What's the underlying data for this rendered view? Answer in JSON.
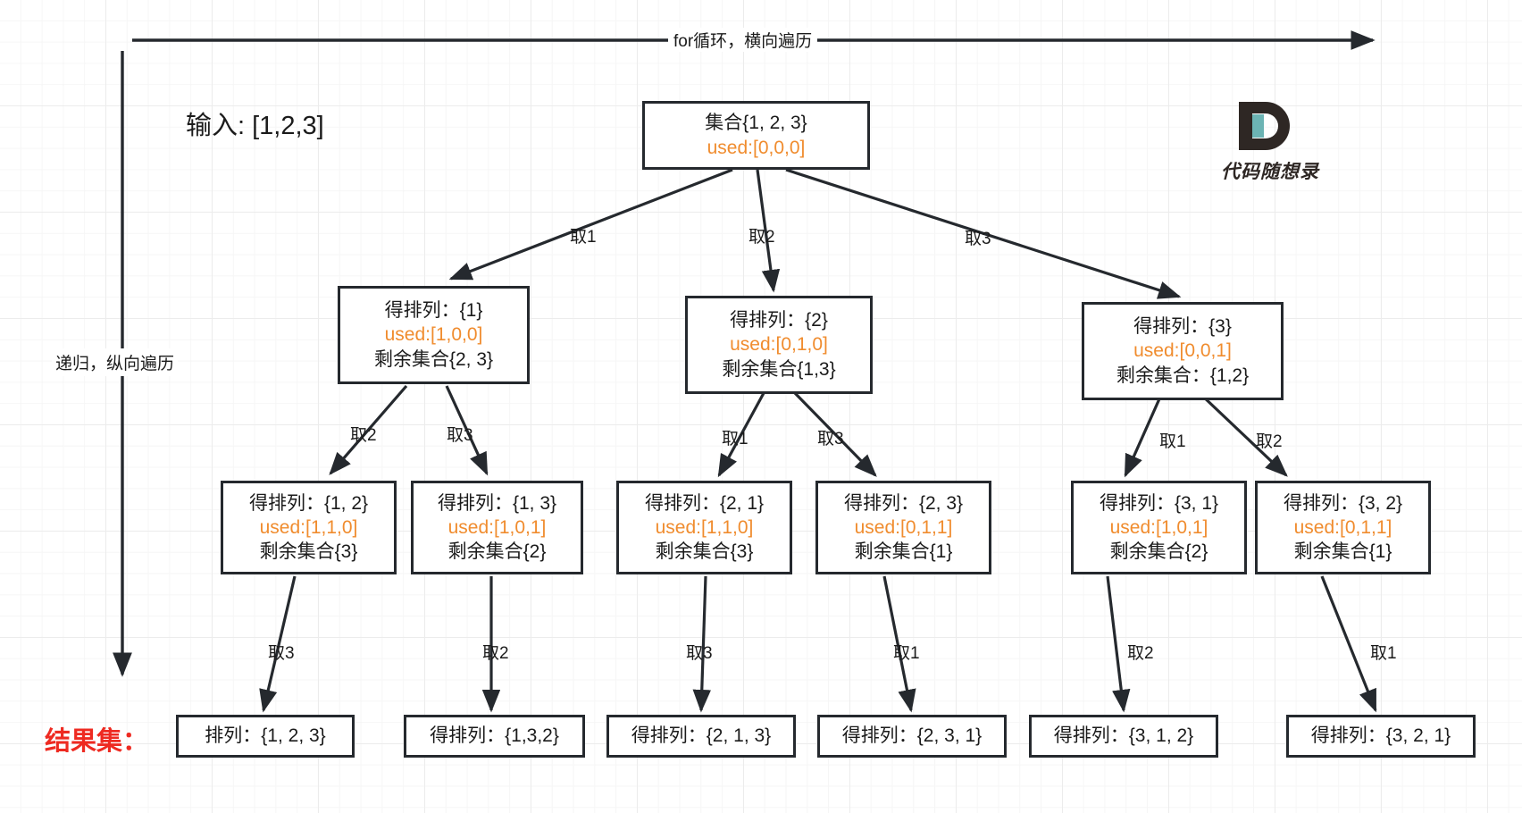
{
  "title_overlays": {
    "input_text": "输入: [1,2,3]",
    "result_label": "结果集：",
    "horizontal_axis_label": "for循环，横向遍历",
    "vertical_axis_label": "递归，纵向遍历"
  },
  "logo": {
    "mark": "D",
    "text": "代码随想录",
    "dark_color": "#2e2724",
    "accent_color": "#6cb4b4"
  },
  "colors": {
    "node_border": "#25292e",
    "used_text": "#f08c2e",
    "result_label": "#ee2a21",
    "grid_line": "#ececec",
    "arrow": "#25292e"
  },
  "tree": {
    "root": {
      "line1": "集合{1, 2, 3}",
      "line2": "used:[0,0,0]"
    },
    "level1": [
      {
        "line1": "得排列：{1}",
        "line2": "used:[1,0,0]",
        "line3": "剩余集合{2, 3}",
        "edge_label": "取1"
      },
      {
        "line1": "得排列：{2}",
        "line2": "used:[0,1,0]",
        "line3": "剩余集合{1,3}",
        "edge_label": "取2"
      },
      {
        "line1": "得排列：{3}",
        "line2": "used:[0,0,1]",
        "line3": "剩余集合：{1,2}",
        "edge_label": "取3"
      }
    ],
    "level2": [
      {
        "line1": "得排列：{1, 2}",
        "line2": "used:[1,1,0]",
        "line3": "剩余集合{3}",
        "edge_label": "取2"
      },
      {
        "line1": "得排列：{1, 3}",
        "line2": "used:[1,0,1]",
        "line3": "剩余集合{2}",
        "edge_label": "取3"
      },
      {
        "line1": "得排列：{2, 1}",
        "line2": "used:[1,1,0]",
        "line3": "剩余集合{3}",
        "edge_label": "取1"
      },
      {
        "line1": "得排列：{2, 3}",
        "line2": "used:[0,1,1]",
        "line3": "剩余集合{1}",
        "edge_label": "取3"
      },
      {
        "line1": "得排列：{3, 1}",
        "line2": "used:[1,0,1]",
        "line3": "剩余集合{2}",
        "edge_label": "取1"
      },
      {
        "line1": "得排列：{3, 2}",
        "line2": "used:[0,1,1]",
        "line3": "剩余集合{1}",
        "edge_label": "取2"
      }
    ],
    "leaves": [
      {
        "text": "排列：{1, 2, 3}",
        "edge_label": "取3"
      },
      {
        "text": "得排列：{1,3,2}",
        "edge_label": "取2"
      },
      {
        "text": "得排列：{2, 1, 3}",
        "edge_label": "取3"
      },
      {
        "text": "得排列：{2, 3, 1}",
        "edge_label": "取1"
      },
      {
        "text": "得排列：{3, 1, 2}",
        "edge_label": "取2"
      },
      {
        "text": "得排列：{3, 2, 1}",
        "edge_label": "取1"
      }
    ]
  }
}
